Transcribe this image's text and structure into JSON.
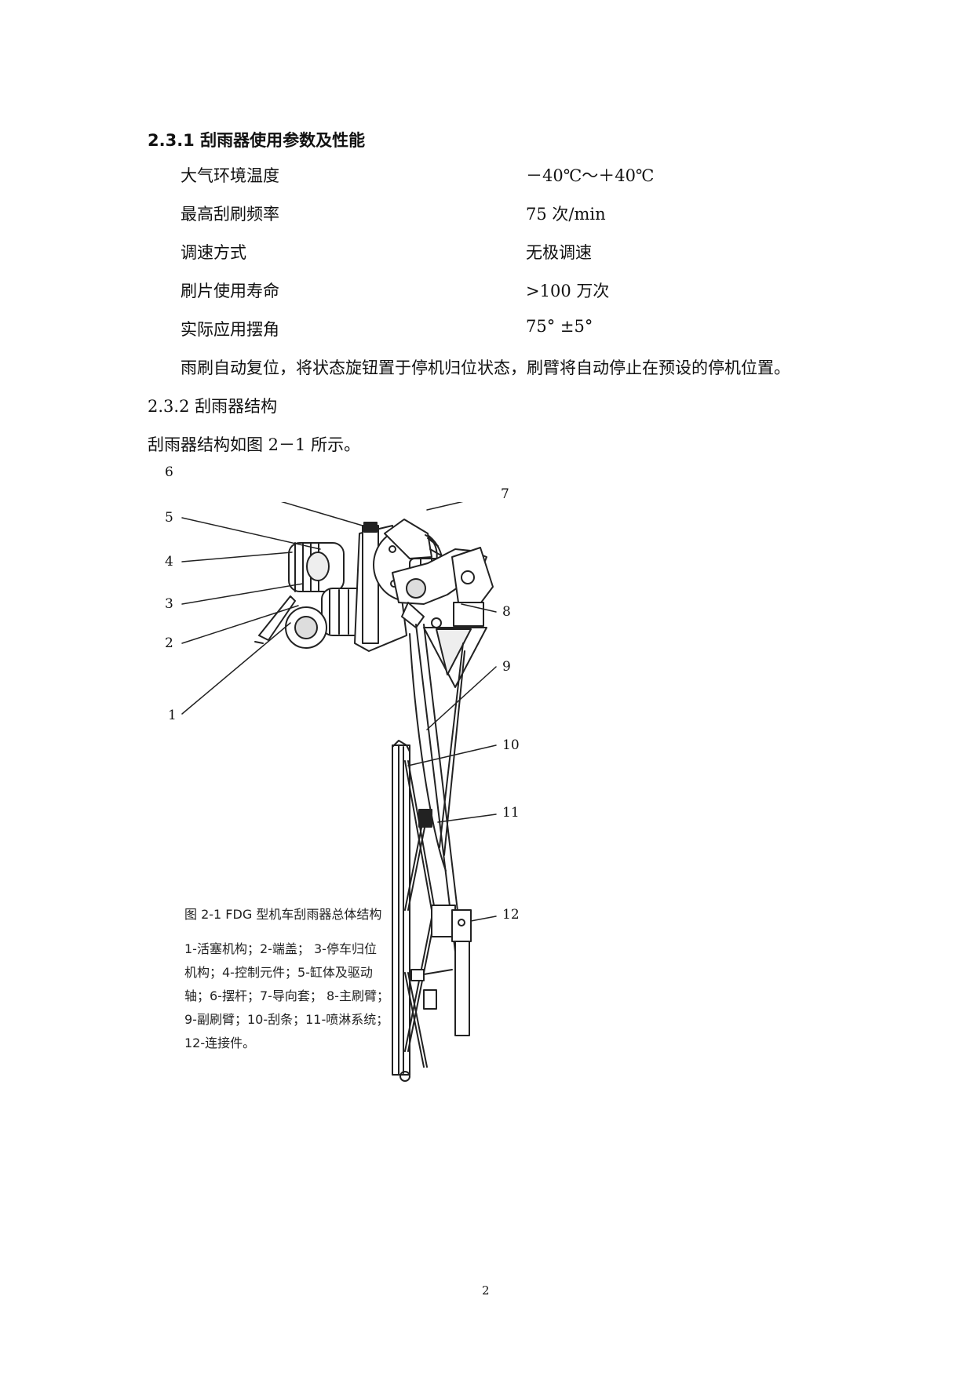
{
  "section_231": {
    "title": "2.3.1 刮雨器使用参数及性能"
  },
  "params": [
    {
      "name": "大气环境温度",
      "value": "－40℃～＋40℃"
    },
    {
      "name": "最高刮刷频率",
      "value": "75 次/min"
    },
    {
      "name": "调速方式",
      "value": "无极调速"
    },
    {
      "name": "刷片使用寿命",
      "value": ">100 万次"
    },
    {
      "name": "实际应用摆角",
      "value": "75° ±5°"
    }
  ],
  "auto_reset_text": "雨刷自动复位，将状态旋钮置于停机归位状态，刷臂将自动停止在预设的停机位置。",
  "section_232": {
    "title": "2.3.2 刮雨器结构"
  },
  "structure_intro": "刮雨器结构如图 2－1 所示。",
  "figure": {
    "callouts": [
      "1",
      "2",
      "3",
      "4",
      "5",
      "6",
      "7",
      "8",
      "9",
      "10",
      "11",
      "12"
    ],
    "caption": "图 2-1 FDG 型机车刮雨器总体结构",
    "legend_lines": [
      "1-活塞机构；2-端盖；  3-停车归位",
      "机构；4-控制元件；5-缸体及驱动",
      "轴；6-摆杆；7-导向套；  8-主刷臂；",
      "9-副刷臂；10-刮条；11-喷淋系统；",
      "12-连接件。"
    ]
  },
  "page_number": "2"
}
